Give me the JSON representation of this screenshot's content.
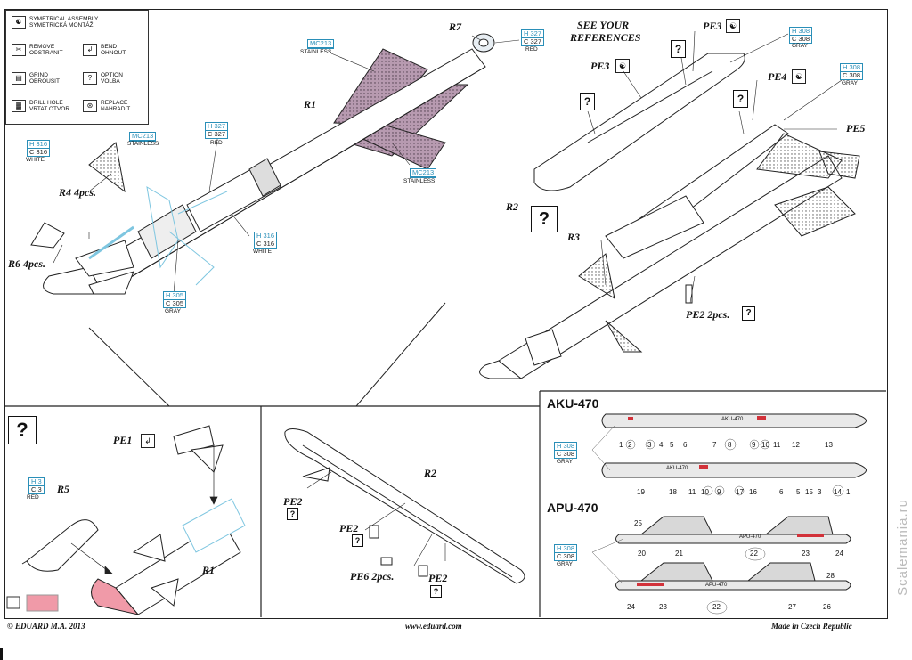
{
  "legend": {
    "items": [
      {
        "icon": "symmetrical-assembly-icon",
        "glyph": "☯",
        "label1": "SYMETRICAL ASSEMBLY",
        "label2": "SYMETRICKÁ MONTÁŽ"
      },
      {
        "icon": "remove-icon",
        "glyph": "✂",
        "label1": "REMOVE",
        "label2": "ODSTRANIT"
      },
      {
        "icon": "bend-icon",
        "glyph": "↲",
        "label1": "BEND",
        "label2": "OHNOUT"
      },
      {
        "icon": "grind-icon",
        "glyph": "▤",
        "label1": "GRIND",
        "label2": "OBROUSIT"
      },
      {
        "icon": "option-icon",
        "glyph": "?",
        "label1": "OPTION",
        "label2": "VOLBA"
      },
      {
        "icon": "drill-hole-icon",
        "glyph": "▓",
        "label1": "DRILL HOLE",
        "label2": "VRTAT OTVOR"
      },
      {
        "icon": "replace-icon",
        "glyph": "⊛",
        "label1": "REPLACE",
        "label2": "NAHRADIT"
      }
    ]
  },
  "refs": {
    "mc213": "MC213",
    "stainless": "STAINLESS",
    "h327": "H 327",
    "c327": "C 327",
    "red": "RED",
    "h316": "H 316",
    "c316": "C 316",
    "white": "WHITE",
    "h305": "H 305",
    "c305": "C 305",
    "gray": "GRAY",
    "h308": "H 308",
    "c308": "C 308",
    "h3": "H 3",
    "c3": "C 3"
  },
  "labels": {
    "r1": "R1",
    "r1b": "R1",
    "r2": "R2",
    "r2b": "R2",
    "r3": "R3",
    "r4": "R4 4pcs.",
    "r5": "R5",
    "r6": "R6 4pcs.",
    "r7": "R7",
    "pe1": "PE1",
    "pe2": "PE2",
    "pe2a": "PE2",
    "pe2b": "PE2",
    "pe2pcs": "PE2 2pcs.",
    "pe3a": "PE3",
    "pe3b": "PE3",
    "pe4": "PE4",
    "pe5": "PE5",
    "pe6": "PE6 2pcs.",
    "see_refs_1": "SEE YOUR",
    "see_refs_2": "REFERENCES",
    "question": "?"
  },
  "pylons": {
    "aku_title": "AKU-470",
    "apu_title": "APU-470",
    "aku_top_nums": [
      "1",
      "2",
      "3",
      "4",
      "5",
      "6",
      "7",
      "8",
      "9",
      "10",
      "11",
      "12",
      "13"
    ],
    "aku_bottom_nums": [
      "19",
      "18",
      "11",
      "10",
      "9",
      "17",
      "16",
      "6",
      "5",
      "15",
      "3",
      "14",
      "1"
    ],
    "apu_top_nums": [
      "25",
      "20",
      "21",
      "22",
      "23",
      "24"
    ],
    "apu_bottom_nums": [
      "28",
      "24",
      "23",
      "22",
      "27",
      "26"
    ],
    "stencil_aku": "AKU-470",
    "stencil_apu": "APU-470"
  },
  "footer": {
    "copyright": "© EDUARD  M.A. 2013",
    "website": "www.eduard.com",
    "made_in": "Made in Czech Republic"
  },
  "watermark": "Scalemania.ru",
  "colors": {
    "ref_blue": "#2a8fb8",
    "pink": "#f09aa8",
    "pe_steel": "#9a7f95",
    "pe_blue": "#7ec6e0"
  }
}
